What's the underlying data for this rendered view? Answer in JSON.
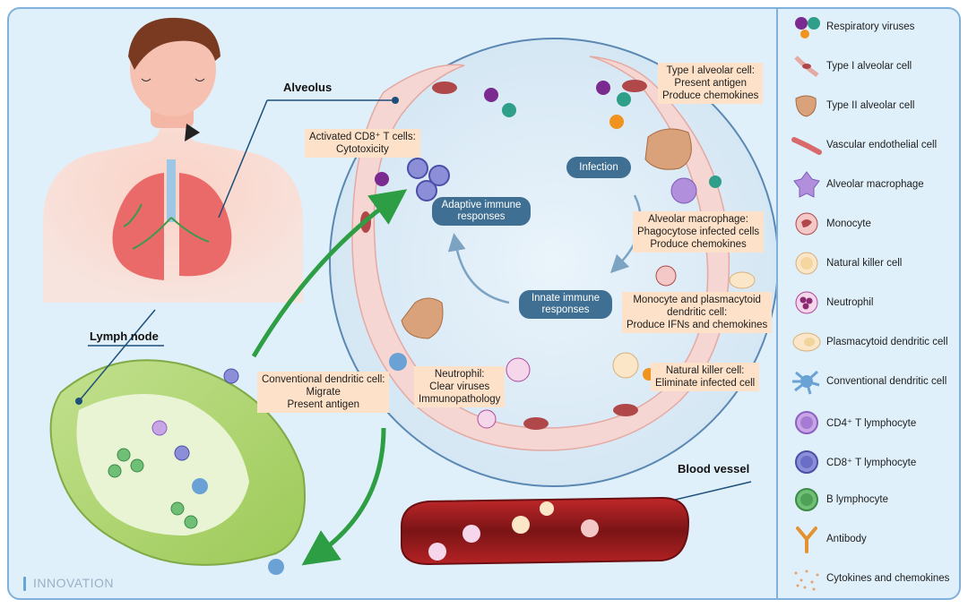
{
  "titles": {
    "alveolus": "Alveolus",
    "lymph_node": "Lymph node",
    "blood_vessel": "Blood vessel"
  },
  "pills": {
    "infection": "Infection",
    "adaptive": "Adaptive immune responses",
    "innate": "Innate immune responses"
  },
  "labels": {
    "cd8": "Activated CD8⁺ T cells:\nCytotoxicity",
    "type1": "Type I alveolar cell:\nPresent antigen\nProduce chemokines",
    "macrophage": "Alveolar macrophage:\nPhagocytose infected cells\nProduce chemokines",
    "monocyte": "Monocyte and plasmacytoid\ndendritic cell:\nProduce IFNs and chemokines",
    "nk": "Natural killer cell:\nEliminate infected cell",
    "neutrophil": "Neutrophil:\nClear viruses\nImmunopathology",
    "cdc": "Conventional dendritic cell:\nMigrate\nPresent antigen"
  },
  "legend": [
    {
      "icon": "virus-icon",
      "label": "Respiratory viruses"
    },
    {
      "icon": "type1-cell-icon",
      "label": "Type I alveolar cell"
    },
    {
      "icon": "type2-cell-icon",
      "label": "Type II alveolar cell"
    },
    {
      "icon": "endothelial-cell-icon",
      "label": "Vascular endothelial cell"
    },
    {
      "icon": "macrophage-icon",
      "label": "Alveolar macrophage"
    },
    {
      "icon": "monocyte-icon",
      "label": "Monocyte"
    },
    {
      "icon": "nk-cell-icon",
      "label": "Natural killer cell"
    },
    {
      "icon": "neutrophil-icon",
      "label": "Neutrophil"
    },
    {
      "icon": "pdc-icon",
      "label": "Plasmacytoid dendritic cell"
    },
    {
      "icon": "cdc-icon",
      "label": "Conventional dendritic cell"
    },
    {
      "icon": "cd4-icon",
      "label": "CD4⁺ T lymphocyte"
    },
    {
      "icon": "cd8-icon",
      "label": "CD8⁺ T lymphocyte"
    },
    {
      "icon": "b-cell-icon",
      "label": "B lymphocyte"
    },
    {
      "icon": "antibody-icon",
      "label": "Antibody"
    },
    {
      "icon": "cytokine-icon",
      "label": "Cytokines and chemokines"
    }
  ],
  "logo": "INNOVATION",
  "colors": {
    "frame_border": "#7fb1dc",
    "label_bg": "#fde1c8",
    "pill_bg": "#3f6f92",
    "arrow_green": "#2e9e44"
  }
}
